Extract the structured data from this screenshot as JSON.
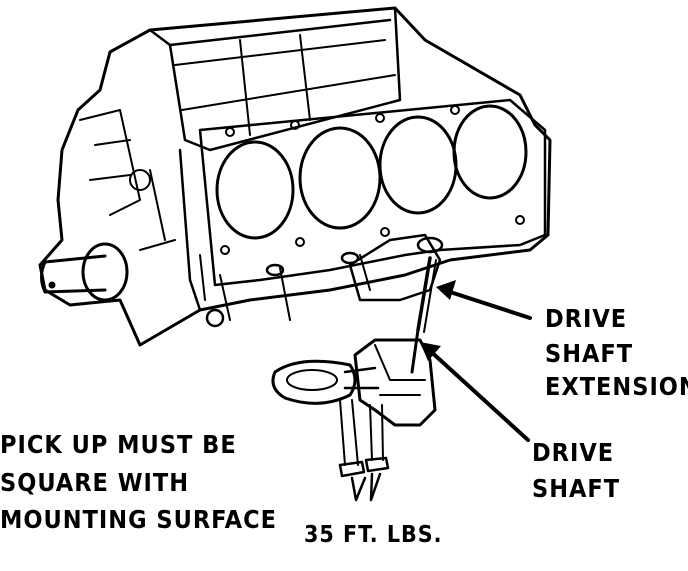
{
  "labels": {
    "drive_shaft_extension": [
      "DRIVE",
      "SHAFT",
      "EXTENSION"
    ],
    "drive_shaft": [
      "DRIVE",
      "SHAFT"
    ],
    "pickup_note": [
      "PICK UP MUST BE",
      "SQUARE WITH",
      "MOUNTING SURFACE"
    ],
    "torque": "35 FT. LBS."
  }
}
